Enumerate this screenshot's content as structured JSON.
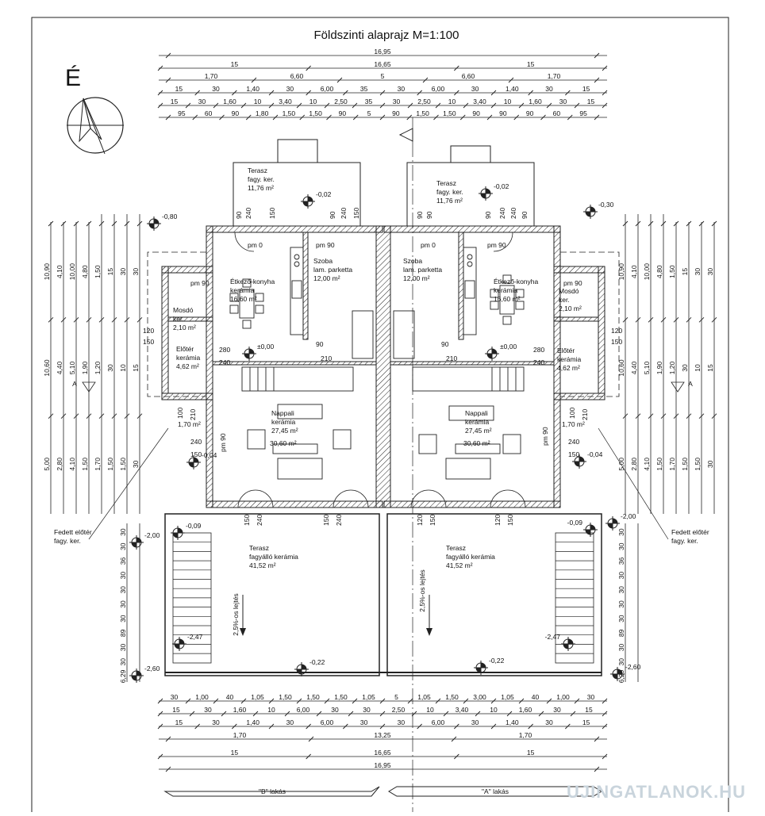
{
  "title": "Földszinti alaprajz  M=1:100",
  "north_label": "É",
  "dims_top": {
    "r1": [
      "16,95"
    ],
    "r2": [
      "15",
      "16,65",
      "15"
    ],
    "r3": [
      "1,70",
      "6,60",
      "5",
      "6,60",
      "1,70"
    ],
    "r4": [
      "15",
      "30",
      "1,40",
      "30",
      "6,00",
      "35",
      "30",
      "6,00",
      "30",
      "1,40",
      "30",
      "15"
    ],
    "r5": [
      "15",
      "30",
      "1,60",
      "10",
      "3,40",
      "10",
      "2,50",
      "35",
      "30",
      "2,50",
      "10",
      "3,40",
      "10",
      "1,60",
      "30",
      "15"
    ],
    "r6": [
      "95",
      "60",
      "90",
      "1,80",
      "1,50",
      "1,50",
      "90",
      "5",
      "90",
      "1,50",
      "1,50",
      "90",
      "90",
      "90",
      "60",
      "95"
    ]
  },
  "dims_bottom": {
    "r1": [
      "30",
      "1,00",
      "40",
      "1,05",
      "1,50",
      "1,50",
      "1,50",
      "1,05",
      "5",
      "1,05",
      "1,50",
      "3,00",
      "1,05",
      "40",
      "1,00",
      "30"
    ],
    "r2": [
      "15",
      "30",
      "1,60",
      "10",
      "6,00",
      "30",
      "30",
      "2,50",
      "10",
      "3,40",
      "10",
      "1,60",
      "30",
      "15"
    ],
    "r3": [
      "15",
      "30",
      "1,40",
      "30",
      "6,00",
      "30",
      "30",
      "6,00",
      "30",
      "1,40",
      "30",
      "15"
    ],
    "r4": [
      "1,70",
      "13,25",
      "1,70"
    ],
    "r5": [
      "15",
      "16,65",
      "15"
    ],
    "r6": [
      "16,95"
    ]
  },
  "dims_left": [
    "10,90",
    "10,60",
    "5,00",
    "4,10",
    "4,40",
    "2,80",
    "10,00",
    "5,10",
    "4,10",
    "4,80",
    "1,90",
    "1,50",
    "1,50",
    "1,20",
    "1,70",
    "15",
    "30",
    "1,50",
    "30",
    "10",
    "1,50",
    "30",
    "15",
    "30"
  ],
  "dims_right": [
    "10,90",
    "10,60",
    "5,00",
    "4,10",
    "4,40",
    "2,80",
    "10,00",
    "5,10",
    "4,10",
    "4,80",
    "1,90",
    "1,50",
    "1,50",
    "1,20",
    "1,70",
    "15",
    "30",
    "1,50",
    "30",
    "10",
    "1,50",
    "30",
    "15",
    "30"
  ],
  "dims_stairs": [
    "30",
    "30",
    "36",
    "30",
    "30",
    "30",
    "30",
    "89",
    "30",
    "30",
    "6,29"
  ],
  "rooms_left": {
    "terrace_upper": [
      "Terasz",
      "fagy. ker.",
      "11,76 m²"
    ],
    "kitchen": [
      "Étkező-konyha",
      "kerámia",
      "16,60 m²"
    ],
    "bedroom": [
      "Szoba",
      "lam. parketta",
      "12,00 m²"
    ],
    "bathroom": [
      "Mosdó",
      "ker.",
      "2,10 m²"
    ],
    "hall": [
      "Előtér",
      "kerámia",
      "4,62 m²"
    ],
    "entry": [
      "1,70 m²"
    ],
    "living": [
      "Nappali",
      "kerámia",
      "27,45 m²",
      "30,60 m²"
    ],
    "terrace_lower": [
      "Terasz",
      "fagyálló kerámia",
      "41,52 m²"
    ]
  },
  "rooms_right": {
    "terrace_upper": [
      "Terasz",
      "fagy. ker.",
      "11,76 m²"
    ],
    "kitchen": [
      "Étkező-konyha",
      "kerámia",
      "16,60 m²"
    ],
    "bedroom": [
      "Szoba",
      "lam. parketta",
      "12,00 m²"
    ],
    "bathroom": [
      "Mosdó",
      "ker.",
      "2,10 m²"
    ],
    "hall": [
      "Előtér",
      "kerámia",
      "4,62 m²"
    ],
    "entry": [
      "1,70 m²"
    ],
    "living": [
      "Nappali",
      "kerámia",
      "27,45 m²",
      "30,60 m²"
    ],
    "terrace_lower": [
      "Terasz",
      "fagyálló kerámia",
      "41,52 m²"
    ]
  },
  "levels": [
    "-0,80",
    "-0,02",
    "-0,02",
    "-0,30",
    "±0,00",
    "±0,00",
    "-0,04",
    "-0,04",
    "-0,09",
    "-0,09",
    "-2,00",
    "-2,00",
    "-2,47",
    "-2,47",
    "-2,60",
    "-2,60",
    "-0,22",
    "-0,22"
  ],
  "door_labels": [
    "pm 0",
    "pm 90",
    "pm 0",
    "pm 90",
    "pm 90",
    "pm 90",
    "pm 90",
    "pm 90"
  ],
  "opening_labels": [
    "90",
    "240",
    "90",
    "240",
    "150",
    "90",
    "90",
    "240",
    "240",
    "90",
    "150",
    "90",
    "210",
    "210",
    "90",
    "90",
    "280",
    "240",
    "280",
    "240",
    "150",
    "240",
    "150",
    "240",
    "150",
    "240",
    "150",
    "240",
    "120",
    "150",
    "120",
    "150",
    "120",
    "150",
    "120",
    "150",
    "100",
    "210",
    "100",
    "210"
  ],
  "slope_label": "2,5%-os lejtés",
  "covered_entry": [
    "Fedett előtér",
    "fagy. ker."
  ],
  "section_marks": [
    "A",
    "A"
  ],
  "unit_labels": [
    "\"B\" lakás",
    "\"A\" lakás"
  ],
  "watermark": "UJINGATLANOK.HU"
}
